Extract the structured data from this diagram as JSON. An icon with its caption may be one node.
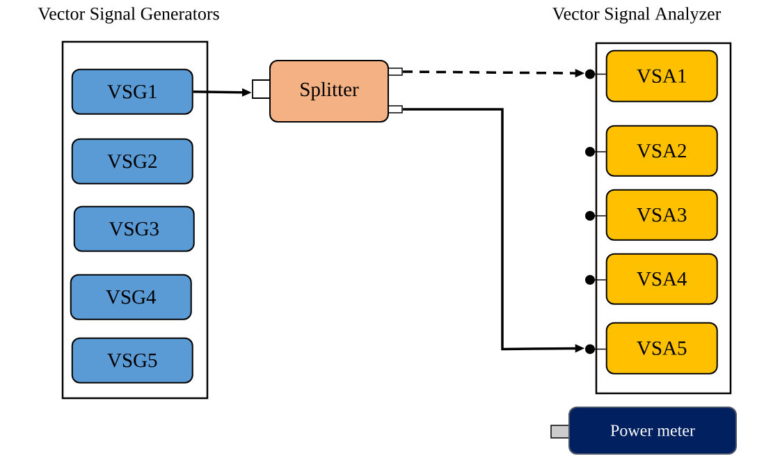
{
  "diagram": {
    "nodes": [
      {
        "text": [
          "Vector Signal Generators"
        ]
      },
      {
        "text": [
          "VSG1"
        ],
        "in": 0
      },
      {
        "text": [
          "VSG2"
        ],
        "in": 0
      },
      {
        "text": [
          "VSG3"
        ],
        "in": 0
      },
      {
        "text": [
          "VSG4"
        ],
        "in": 0
      },
      {
        "text": [
          "VSG5"
        ],
        "in": 0
      },
      {
        "text": [
          "Splitter"
        ]
      },
      {
        "text": [
          "Vector Signal Analyzer"
        ]
      },
      {
        "text": [
          "VSA1"
        ],
        "in": 7
      },
      {
        "text": [
          "VSA2"
        ],
        "in": 7
      },
      {
        "text": [
          "VSA3"
        ],
        "in": 7
      },
      {
        "text": [
          "VSA4"
        ],
        "in": 7
      },
      {
        "text": [
          "VSA5"
        ],
        "in": 7
      },
      {
        "text": [
          "Power meter"
        ]
      }
    ],
    "edges": [
      {
        "from": 1,
        "to": 6,
        "arrow": "to"
      },
      {
        "from": 6,
        "to": 8,
        "arrow": "to",
        "style": "dashed"
      },
      {
        "from": 6,
        "to": 12,
        "arrow": "to"
      }
    ]
  }
}
